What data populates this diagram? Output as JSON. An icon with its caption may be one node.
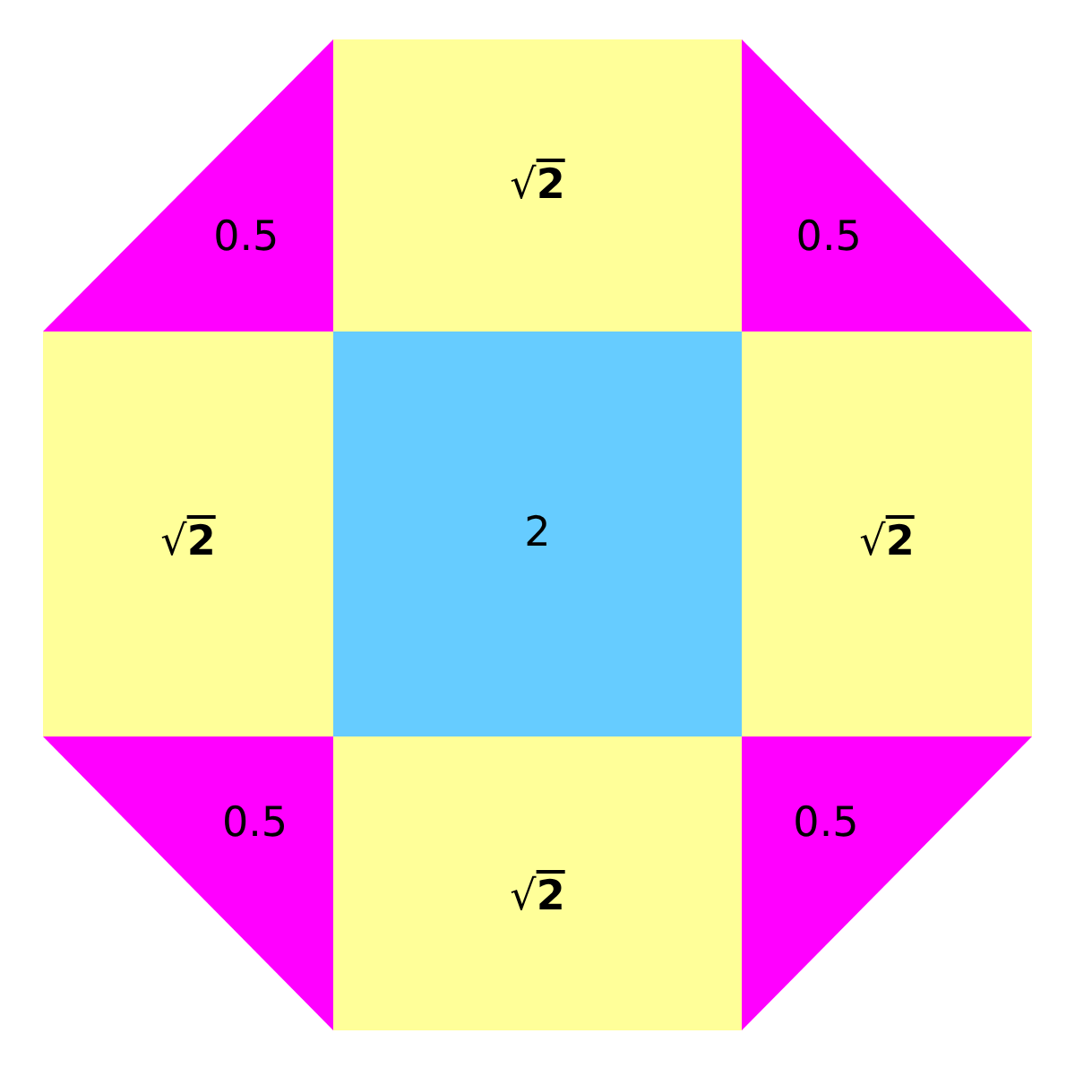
{
  "diagram": {
    "nodes": [
      {
        "text": [
          "0.5"
        ]
      },
      {
        "text": [
          "√**2**"
        ]
      },
      {
        "text": [
          "0.5"
        ]
      },
      {
        "text": [
          "√**2**"
        ]
      },
      {
        "text": [
          "2"
        ]
      },
      {
        "text": [
          "√**2**"
        ]
      },
      {
        "text": [
          "0.5"
        ]
      },
      {
        "text": [
          "√**2**"
        ]
      },
      {
        "text": [
          "0.5"
        ]
      }
    ]
  }
}
